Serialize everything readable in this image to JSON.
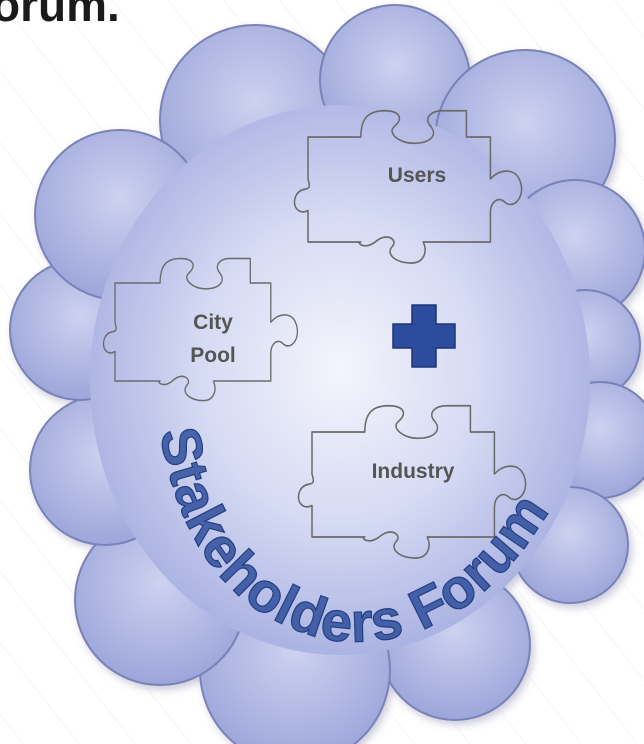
{
  "header": {
    "text": "orum."
  },
  "diagram": {
    "pieces": [
      {
        "id": "users",
        "lines": [
          "Users"
        ]
      },
      {
        "id": "city-pool",
        "lines": [
          "City",
          "Pool"
        ]
      },
      {
        "id": "industry",
        "lines": [
          "Industry"
        ]
      }
    ],
    "arc_text": "Stakeholders Forum",
    "colors": {
      "cloud_light": "#f4f5fc",
      "cloud_mid": "#c6ccee",
      "cloud_dark": "#8f99d1",
      "cloud_outline": "#7a82b8",
      "plus": "#2d4c9e",
      "arc_text": "#2f4f9c",
      "piece_stroke": "#6b6b6b",
      "label": "#555555"
    }
  }
}
